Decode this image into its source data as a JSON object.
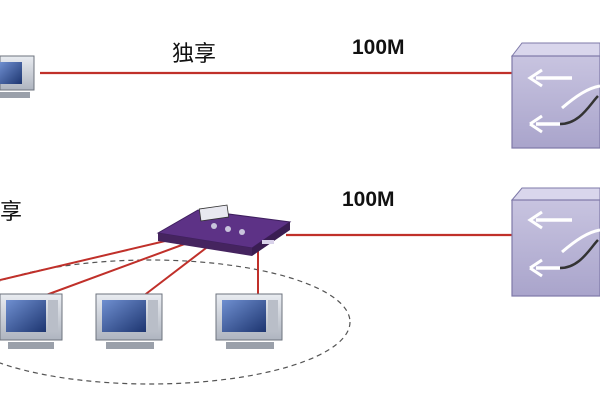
{
  "top": {
    "link_label": "独享",
    "bandwidth": "100M"
  },
  "bottom": {
    "link_label_partial": "享",
    "bandwidth": "100M"
  },
  "colors": {
    "link": "#c0302a",
    "hub": "#6a3d8f",
    "switch": "#b7b3d2",
    "switch_border": "#7e79a8",
    "pc": "#c8ccd4",
    "pc_screen": "#2f4e8f"
  },
  "icons": [
    "computer-icon",
    "switch-icon",
    "hub-icon"
  ]
}
